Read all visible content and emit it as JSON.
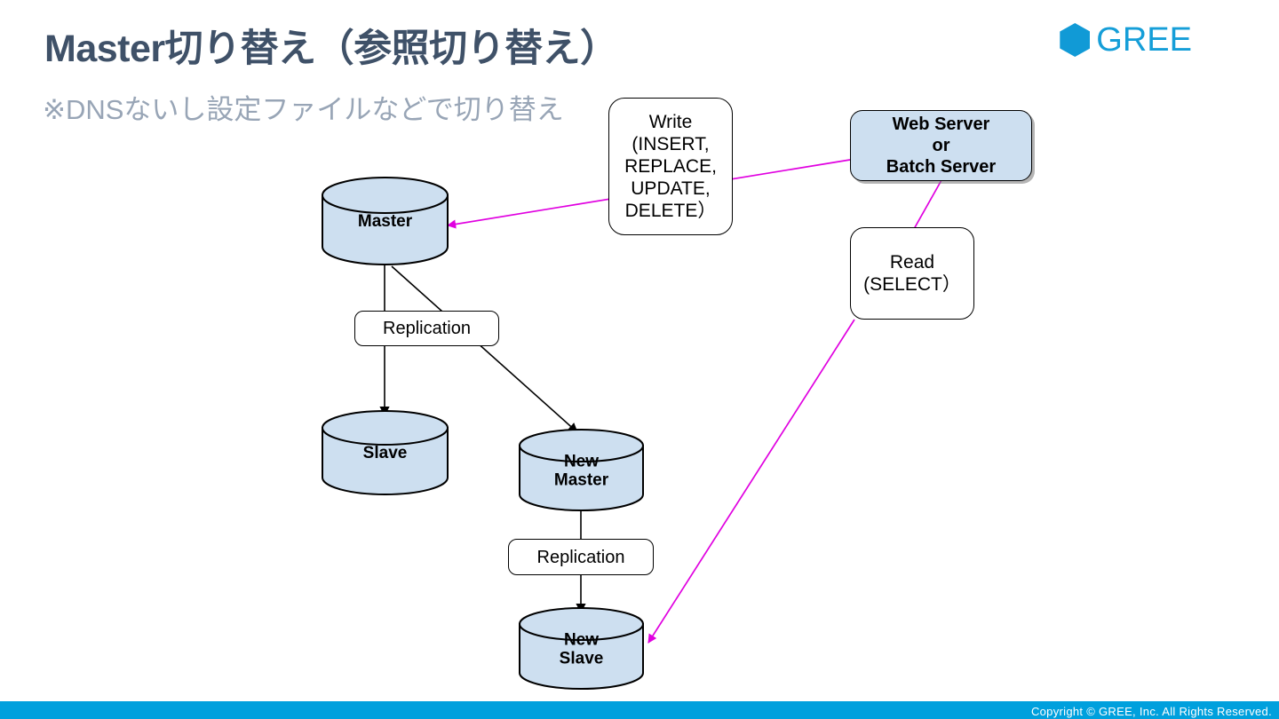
{
  "slide": {
    "title": "Master切り替え（参照切り替え）",
    "subtitle": "※DNSないし設定ファイルなどで切り替え"
  },
  "logo": {
    "wordmark": "GREE",
    "mark": "hexagon-icon",
    "color": "#159ed8"
  },
  "footer": {
    "copyright": "Copyright © GREE, Inc. All Rights Reserved.",
    "bar_color": "#00a0dd"
  },
  "diagram": {
    "nodes": {
      "write": {
        "label": "Write\n(INSERT,\nREPLACE,\nUPDATE,\nDELETE）"
      },
      "web_server": {
        "label": "Web Server\nor\nBatch Server"
      },
      "read": {
        "label": "Read\n(SELECT）"
      },
      "master": {
        "label": "Master"
      },
      "slave": {
        "label": "Slave"
      },
      "new_master": {
        "label": "New\nMaster"
      },
      "new_slave": {
        "label": "New\nSlave"
      },
      "replication_top": {
        "label": "Replication"
      },
      "replication_bottom": {
        "label": "Replication"
      }
    },
    "colors": {
      "db_fill": "#cddff0",
      "box_fill": "#cddff0",
      "flow_arrow": "#e000e0",
      "replication_arrow": "#000000"
    }
  }
}
